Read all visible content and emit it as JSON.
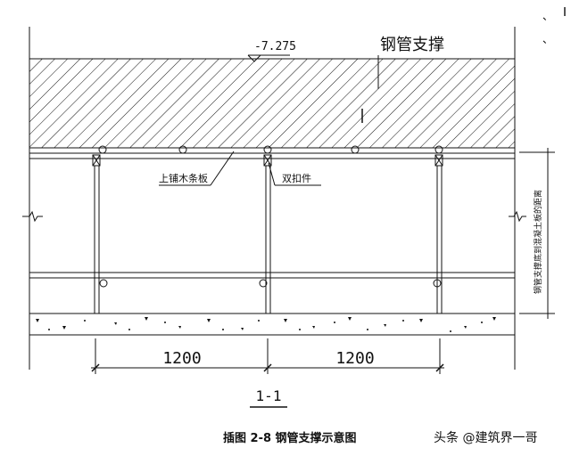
{
  "drawing": {
    "elevation": "-7.275",
    "label_steel_support": "钢管支撑",
    "label_upper_board": "上铺木条板",
    "label_double_clip": "双扣件",
    "label_vertical_note": "钢管支撑底到混凝土板的距离",
    "dim_left": "1200",
    "dim_right": "1200",
    "section_label": "1-1",
    "caption": "插图 2-8 钢管支撑示意图",
    "watermark": "头条 @建筑界一哥",
    "corner_glyph": "、"
  },
  "colors": {
    "ink": "#111111",
    "paper": "#ffffff"
  }
}
